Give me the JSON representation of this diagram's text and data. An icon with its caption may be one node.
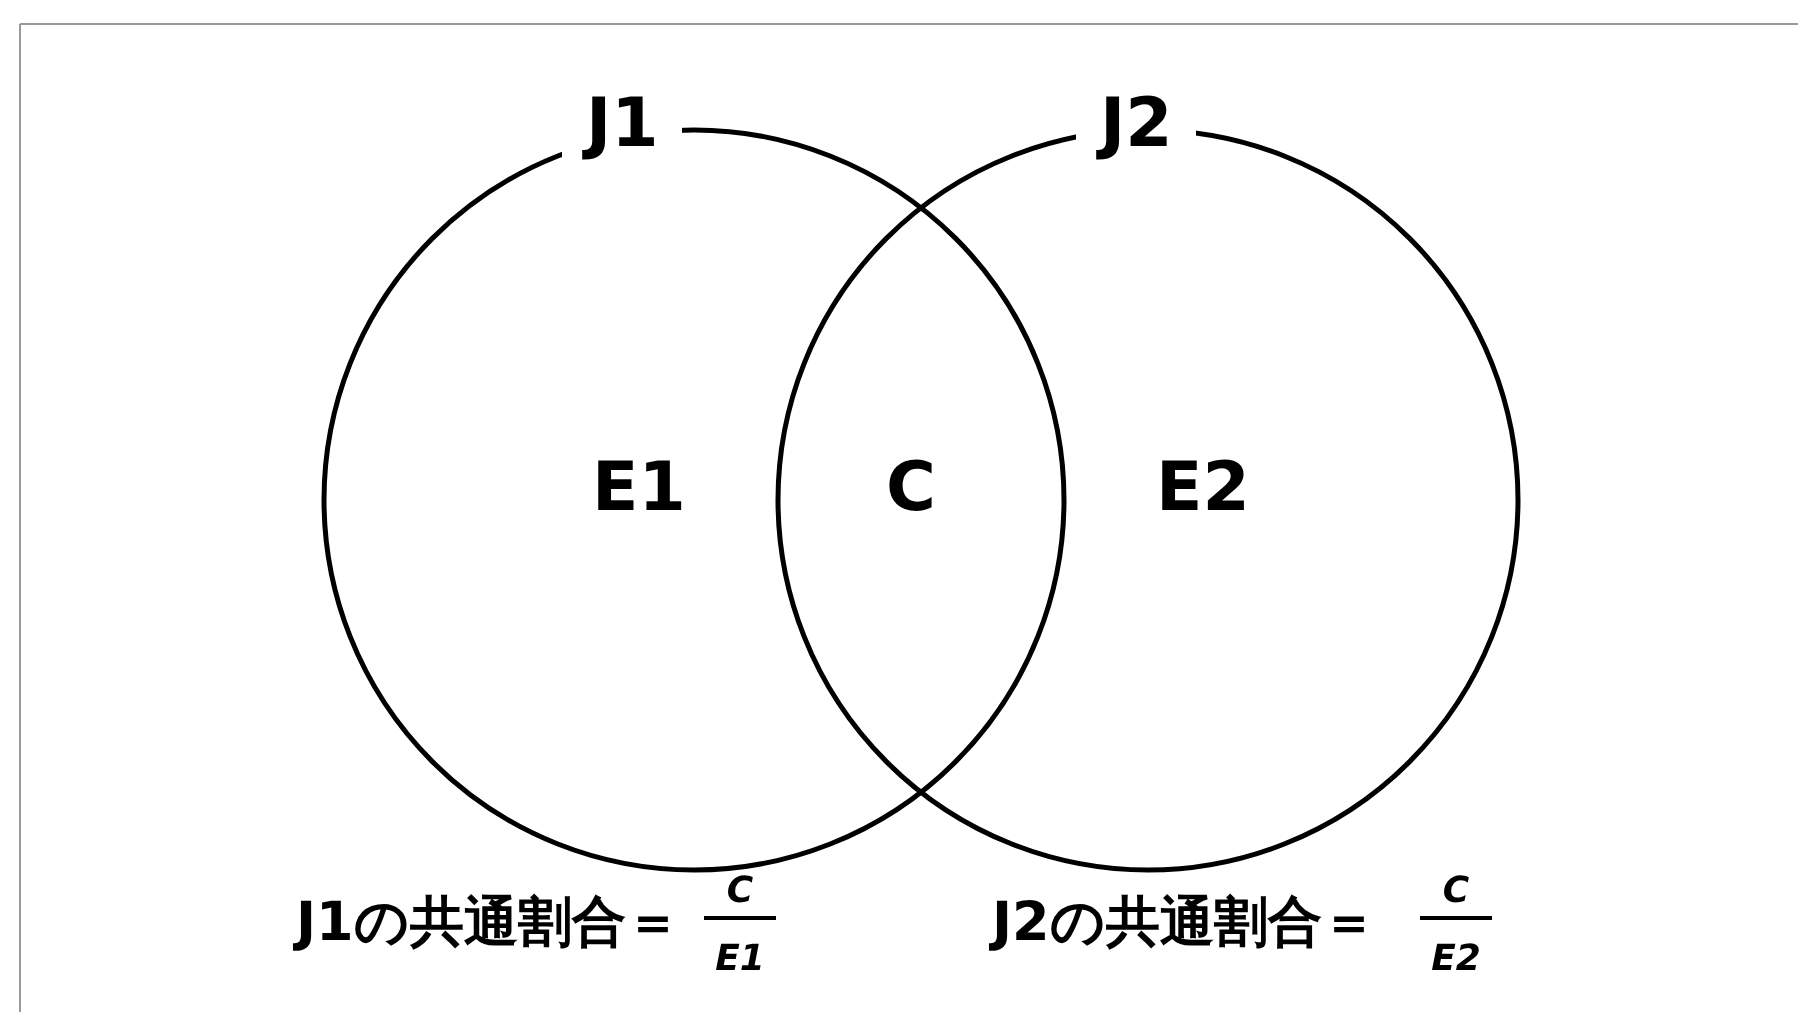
{
  "diagram": {
    "nodes": [
      {
        "text": [
          "J1",
          "E1"
        ]
      },
      {
        "text": [
          "J2",
          "E2"
        ]
      }
    ],
    "edges": [],
    "labels": [
      "C",
      "J1の共通割合＝",
      "C",
      "E1",
      "J2の共通割合＝",
      "C",
      "E2"
    ]
  }
}
